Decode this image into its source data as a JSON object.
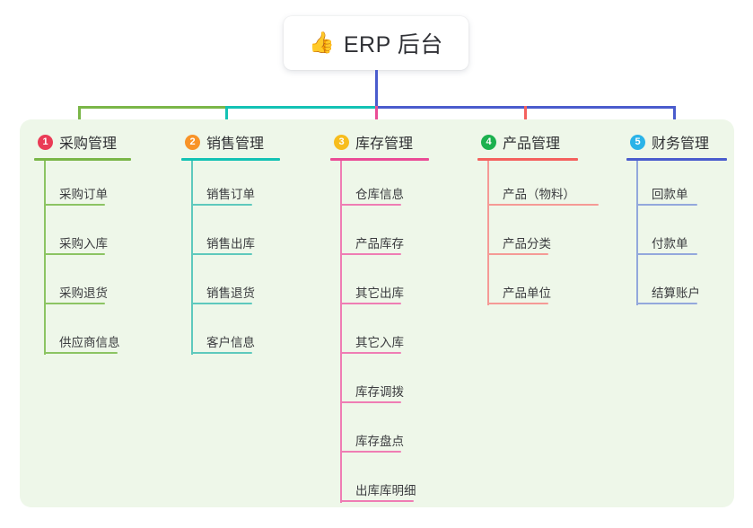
{
  "root": {
    "icon": "thumbs-up-emoji",
    "icon_glyph": "👍",
    "title": "ERP 后台"
  },
  "palette": {
    "page_background": "#ffffff",
    "panel_background": "#eef7e9",
    "branch_green": "#7ab648",
    "branch_teal": "#13c2b4",
    "branch_pink": "#ea4c96",
    "branch_red": "#f4615e",
    "branch_blue": "#4a5ccd",
    "item_green": "#8cc463",
    "item_teal": "#5ec9bd",
    "item_pink": "#ef7db4",
    "item_red": "#f59a96",
    "item_blue": "#93a8dc",
    "badge_1": "#ea3b56",
    "badge_2": "#f89328",
    "badge_3": "#f7bd1d",
    "badge_4": "#1bb14e",
    "badge_5": "#2ab3e8"
  },
  "branches": [
    {
      "number": "1",
      "label": "采购管理",
      "badge_color": "#ea3b56",
      "rule_color": "#7ab648",
      "item_color": "#8cc463",
      "items": [
        "采购订单",
        "采购入库",
        "采购退货",
        "供应商信息"
      ]
    },
    {
      "number": "2",
      "label": "销售管理",
      "badge_color": "#f89328",
      "rule_color": "#13c2b4",
      "item_color": "#5ec9bd",
      "items": [
        "销售订单",
        "销售出库",
        "销售退货",
        "客户信息"
      ]
    },
    {
      "number": "3",
      "label": "库存管理",
      "badge_color": "#f7bd1d",
      "rule_color": "#ea4c96",
      "item_color": "#ef7db4",
      "items": [
        "仓库信息",
        "产品库存",
        "其它出库",
        "其它入库",
        "库存调拨",
        "库存盘点",
        "出库库明细"
      ]
    },
    {
      "number": "4",
      "label": "产品管理",
      "badge_color": "#1bb14e",
      "rule_color": "#f4615e",
      "item_color": "#f59a96",
      "items": [
        "产品（物料）",
        "产品分类",
        "产品单位"
      ]
    },
    {
      "number": "5",
      "label": "财务管理",
      "badge_color": "#2ab3e8",
      "rule_color": "#4a5ccd",
      "item_color": "#93a8dc",
      "items": [
        "回款单",
        "付款单",
        "结算账户"
      ]
    }
  ]
}
